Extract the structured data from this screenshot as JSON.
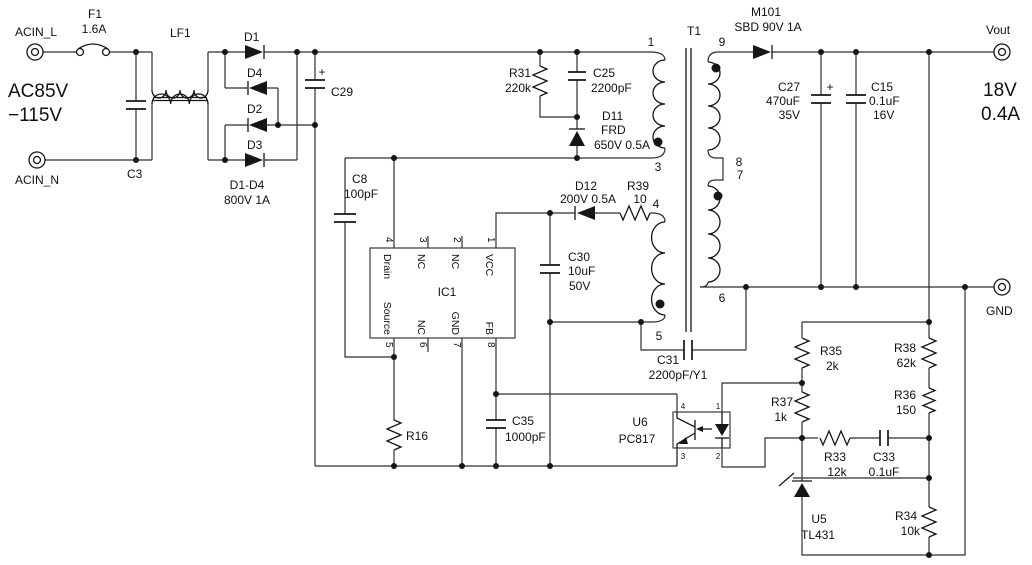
{
  "io": {
    "acin_l": "ACIN_L",
    "acin_n": "ACIN_N",
    "ac_range_line1": "AC85V",
    "ac_range_line2": "−115V",
    "vout_label": "Vout",
    "out_voltage": "18V",
    "out_current": "0.4A",
    "gnd_label": "GND"
  },
  "parts": {
    "f1_ref": "F1",
    "f1_val": "1.6A",
    "lf1_ref": "LF1",
    "c3_ref": "C3",
    "d1_ref": "D1",
    "d4_ref": "D4",
    "d2_ref": "D2",
    "d3_ref": "D3",
    "bridge_ref": "D1-D4",
    "bridge_rating": "800V 1A",
    "c29_ref": "C29",
    "c29_plus": "+",
    "r31_ref": "R31",
    "r31_val": "220k",
    "c25_ref": "C25",
    "c25_val": "2200pF",
    "d11_ref": "D11",
    "d11_type": "FRD",
    "d11_rating": "650V 0.5A",
    "c8_ref": "C8",
    "c8_val": "100pF",
    "ic1_ref": "IC1",
    "d12_ref": "D12",
    "d12_rating": "200V 0.5A",
    "r39_ref": "R39",
    "r39_val": "10",
    "t1_ref": "T1",
    "m101_ref": "M101",
    "m101_rating": "SBD 90V 1A",
    "c27_ref": "C27",
    "c27_val": "470uF",
    "c27_rating": "35V",
    "c27_plus": "+",
    "c15_ref": "C15",
    "c15_val": "0.1uF",
    "c15_rating": "16V",
    "c30_ref": "C30",
    "c30_val": "10uF",
    "c30_rating": "50V",
    "c31_ref": "C31",
    "c31_val": "2200pF/Y1",
    "c35_ref": "C35",
    "c35_val": "1000pF",
    "r16_ref": "R16",
    "u6_ref": "U6",
    "u6_part": "PC817",
    "r35_ref": "R35",
    "r35_val": "2k",
    "r37_ref": "R37",
    "r37_val": "1k",
    "r38_ref": "R38",
    "r38_val": "62k",
    "r36_ref": "R36",
    "r36_val": "150",
    "r33_ref": "R33",
    "r33_val": "12k",
    "c33_ref": "C33",
    "c33_val": "0.1uF",
    "u5_ref": "U5",
    "u5_part": "TL431",
    "r34_ref": "R34",
    "r34_val": "10k"
  },
  "ic1": {
    "pin_numbers_top": [
      "4",
      "3",
      "2",
      "1"
    ],
    "pin_names_top": [
      "Drain",
      "NC",
      "NC",
      "VCC"
    ],
    "pin_numbers_bottom": [
      "5",
      "6",
      "7",
      "8"
    ],
    "pin_names_bottom": [
      "Source",
      "NC",
      "GND",
      "FB"
    ]
  },
  "t1_pins": {
    "p1": "1",
    "p3": "3",
    "p4": "4",
    "p5": "5",
    "p9": "9",
    "p8": "8",
    "p7": "7",
    "p6": "6"
  },
  "u6_pins": {
    "p4": "4",
    "p1": "1",
    "p3": "3",
    "p2": "2"
  },
  "colors": {
    "background": "#ffffff",
    "wire": "#2f2f2f",
    "ink": "#111111"
  }
}
